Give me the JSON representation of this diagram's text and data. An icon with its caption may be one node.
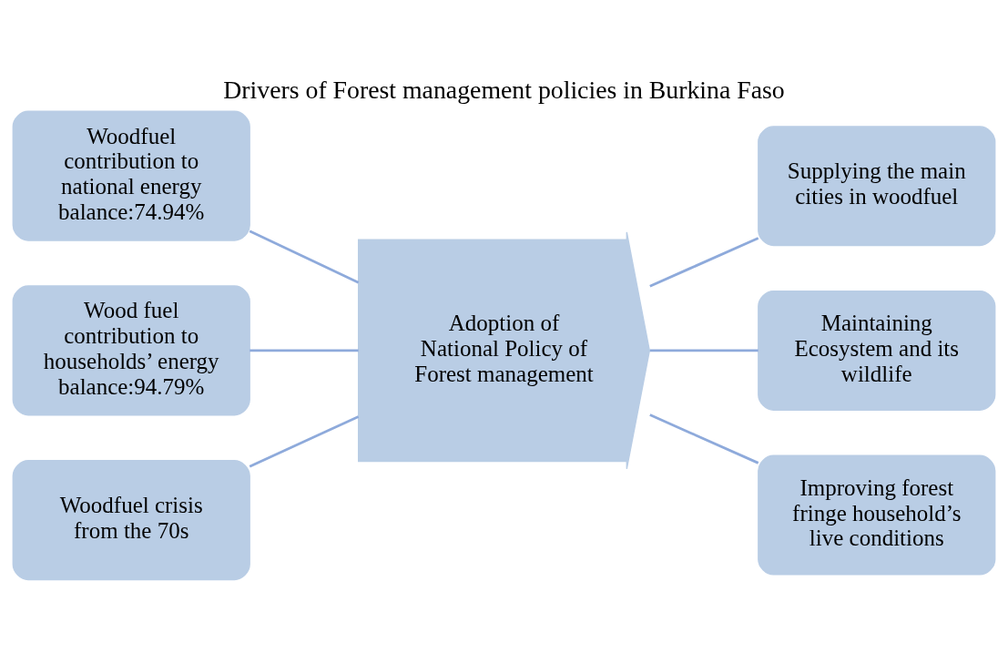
{
  "diagram": {
    "title": "Drivers of Forest management policies in Burkina Faso",
    "nodes": [
      {
        "text": [
          "Woodfuel contribution to national energy balance:74.94%"
        ]
      },
      {
        "text": [
          "Wood fuel contribution to households’ energy balance:94.79%"
        ]
      },
      {
        "text": [
          "Woodfuel crisis from the 70s"
        ]
      },
      {
        "text": [
          "Adoption of National Policy of Forest management"
        ]
      },
      {
        "text": [
          "Supplying the main cities in woodfuel"
        ]
      },
      {
        "text": [
          "Maintaining Ecosystem and its wildlife"
        ]
      },
      {
        "text": [
          "Improving forest fringe household’s live conditions"
        ]
      }
    ],
    "edges": [
      {
        "from": 0,
        "to": 3,
        "arrow": "none"
      },
      {
        "from": 1,
        "to": 3,
        "arrow": "none"
      },
      {
        "from": 2,
        "to": 3,
        "arrow": "none"
      },
      {
        "from": 3,
        "to": 4,
        "arrow": "none"
      },
      {
        "from": 3,
        "to": 5,
        "arrow": "none"
      },
      {
        "from": 3,
        "to": 6,
        "arrow": "none"
      }
    ]
  }
}
